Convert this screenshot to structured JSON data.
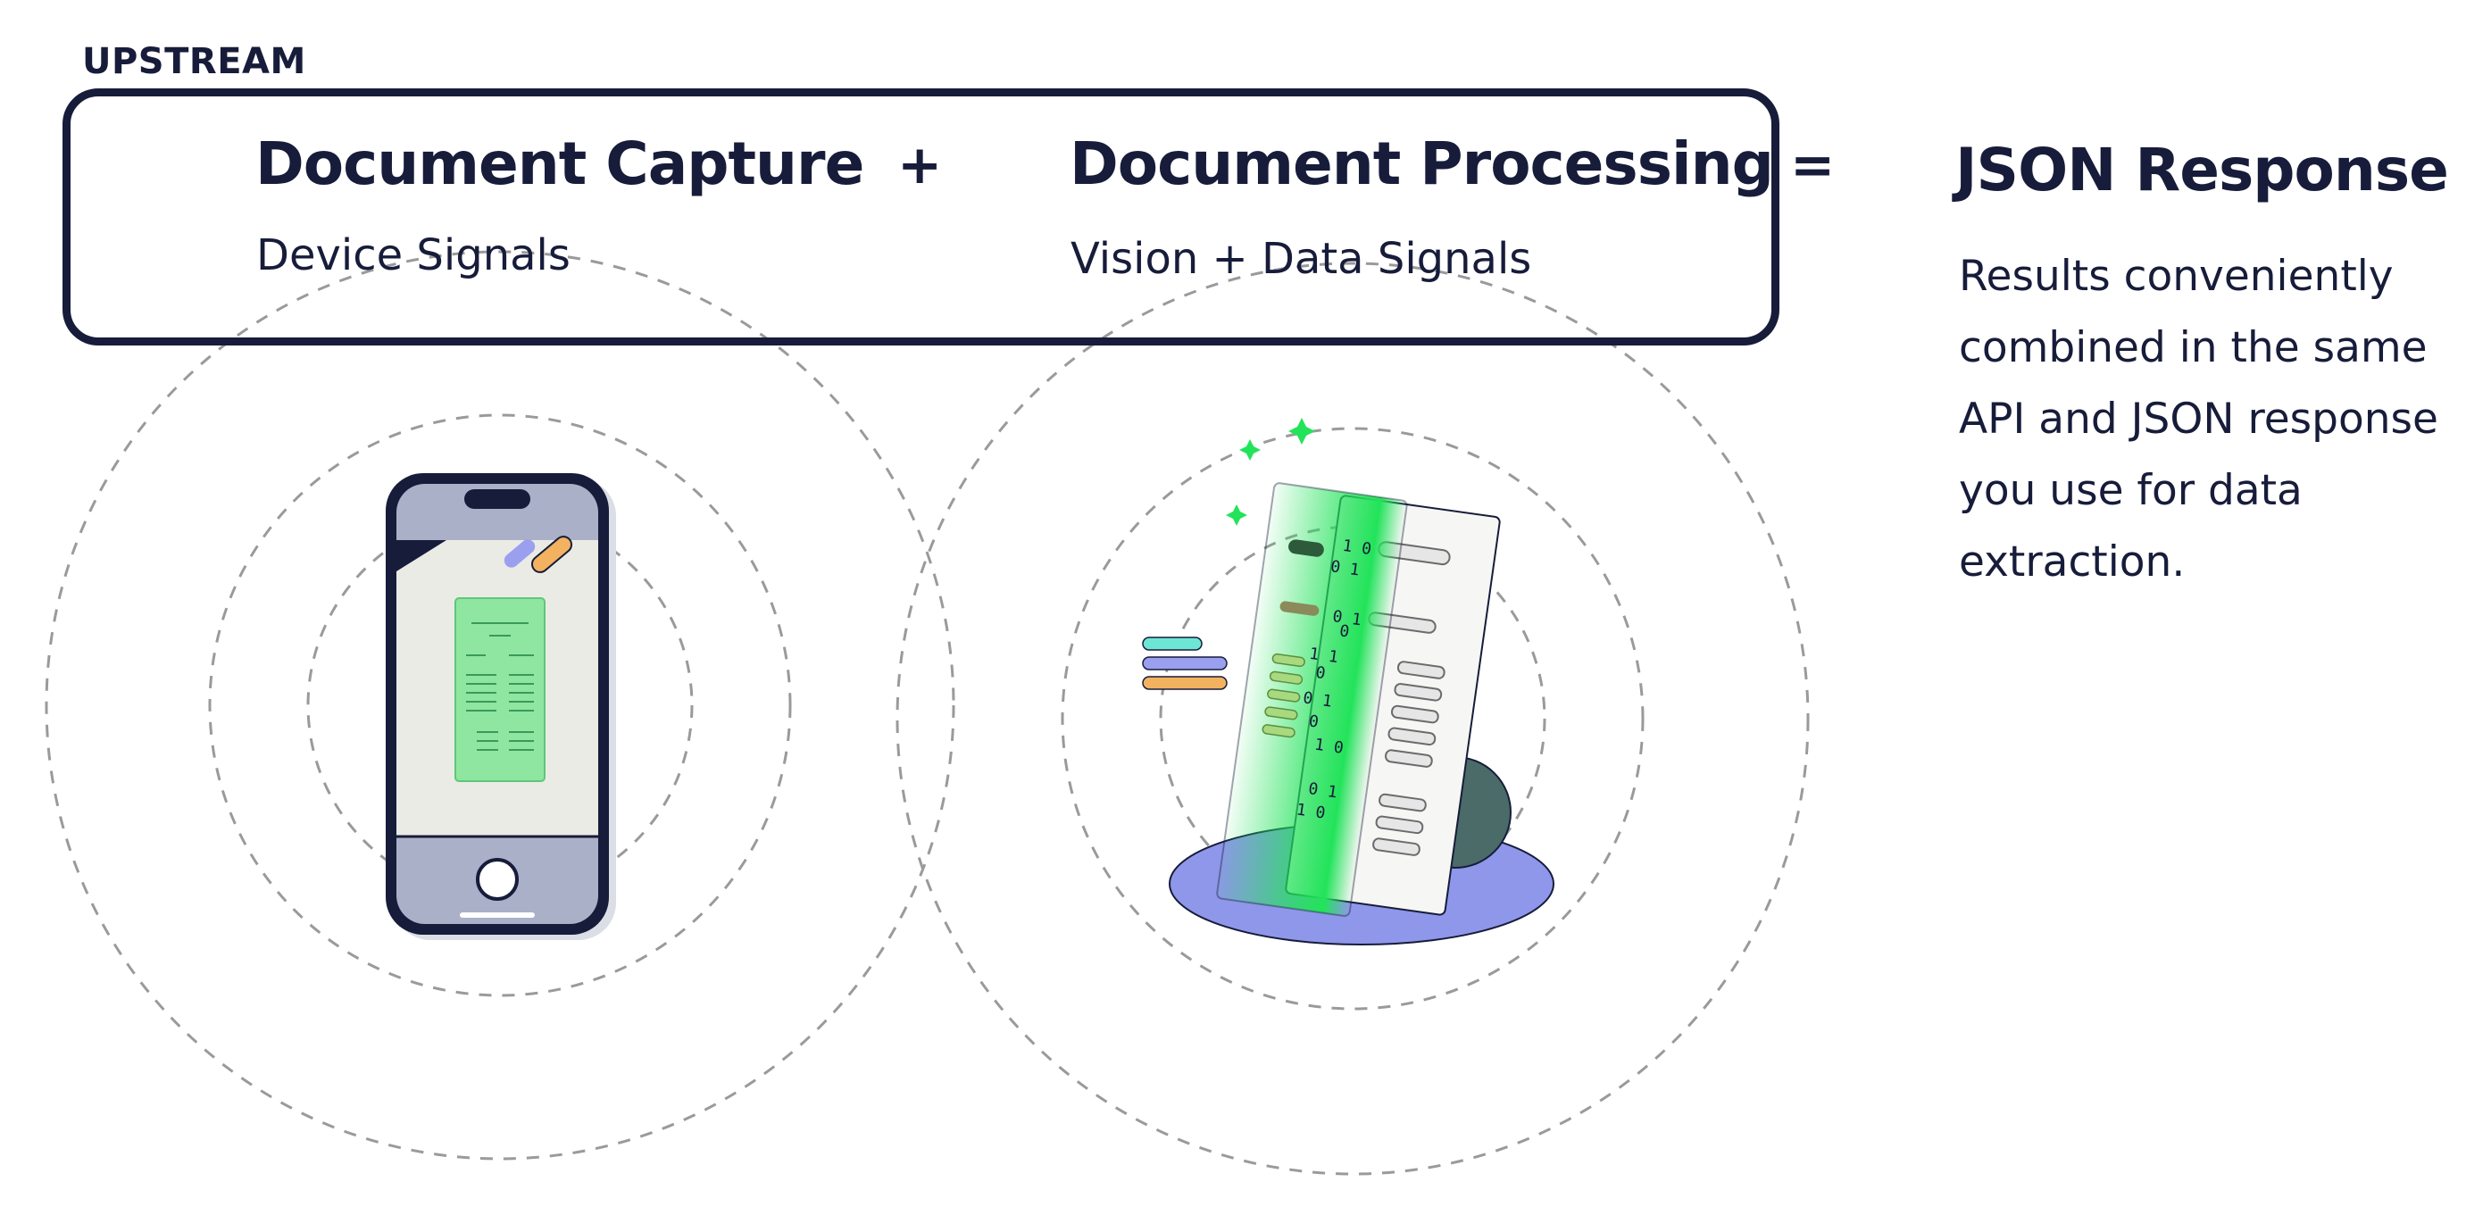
{
  "header": {
    "label": "UPSTREAM"
  },
  "capture": {
    "title": "Document Capture",
    "subtitle": "Device Signals"
  },
  "processing": {
    "title": "Document Processing",
    "subtitle": "Vision + Data Signals"
  },
  "operators": {
    "plus": "+",
    "equals": "="
  },
  "result": {
    "title": "JSON Response",
    "description": "Results conveniently combined in the same API and JSON response you use for data extraction."
  },
  "icons": [
    "phone-illustration",
    "document-scan-illustration",
    "sparkle-icon"
  ],
  "colors": {
    "navy": "#171c3a",
    "scan_green": "#22e35a",
    "teal": "#6de6d6",
    "lavender": "#9aa0ef",
    "amber": "#f3b25f",
    "dark_teal": "#4a6b68"
  }
}
